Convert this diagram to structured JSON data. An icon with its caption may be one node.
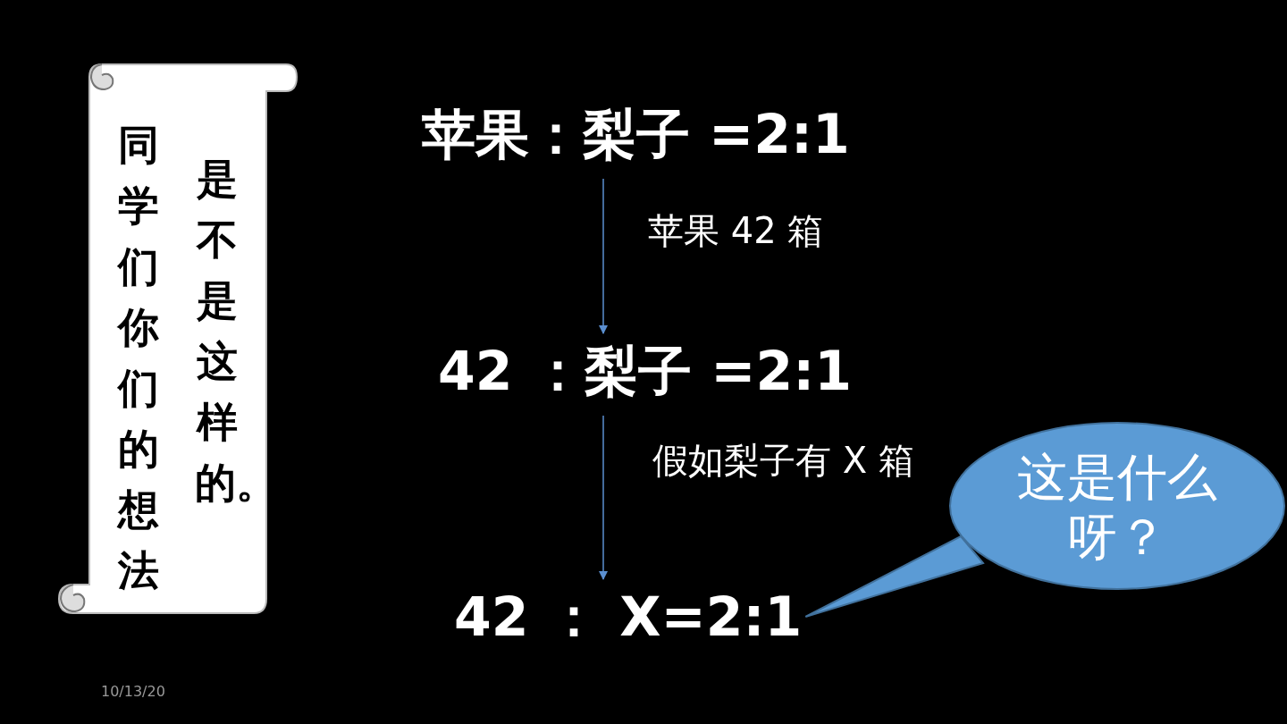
{
  "diagram": {
    "nodes": [
      {
        "text": [
          "同学们你们的想法",
          "是不是这样的。"
        ]
      },
      {
        "text": [
          "苹果：梨子 =2:1"
        ]
      },
      {
        "text": [
          "42 ：梨子 =2:1"
        ]
      },
      {
        "text": [
          "42 ： X=2:1"
        ]
      },
      {
        "text": [
          "这是什么呀？"
        ]
      }
    ],
    "edges": [
      {
        "from": 1,
        "to": 2,
        "arrow": "to",
        "label": "苹果 42 箱"
      },
      {
        "from": 2,
        "to": 3,
        "arrow": "to",
        "label": "假如梨子有 X 箱"
      },
      {
        "from": 4,
        "to": 3,
        "arrow": "none"
      }
    ],
    "labels": [
      "10/13/20"
    ]
  }
}
